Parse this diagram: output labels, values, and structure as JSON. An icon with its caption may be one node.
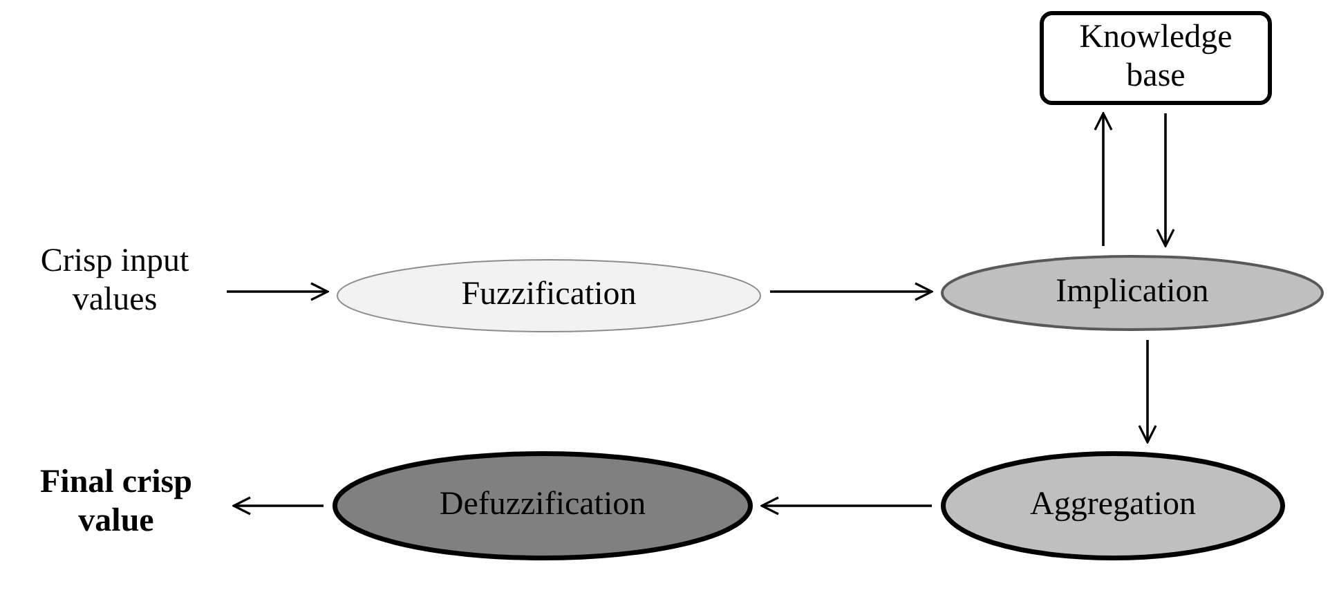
{
  "diagram": {
    "nodes": [
      {
        "text": [
          "Crisp input values"
        ]
      },
      {
        "text": [
          "Fuzzification"
        ]
      },
      {
        "text": [
          "Knowledge base"
        ]
      },
      {
        "text": [
          "Implication"
        ]
      },
      {
        "text": [
          "Aggregation"
        ]
      },
      {
        "text": [
          "Defuzzification"
        ]
      },
      {
        "text": [
          "Final crisp value"
        ]
      }
    ],
    "edges": [
      {
        "from": 0,
        "to": 1,
        "arrow": "to"
      },
      {
        "from": 1,
        "to": 3,
        "arrow": "to"
      },
      {
        "from": 3,
        "to": 2,
        "arrow": "to"
      },
      {
        "from": 2,
        "to": 3,
        "arrow": "to"
      },
      {
        "from": 3,
        "to": 4,
        "arrow": "to"
      },
      {
        "from": 4,
        "to": 5,
        "arrow": "to"
      },
      {
        "from": 5,
        "to": 6,
        "arrow": "to"
      }
    ]
  }
}
